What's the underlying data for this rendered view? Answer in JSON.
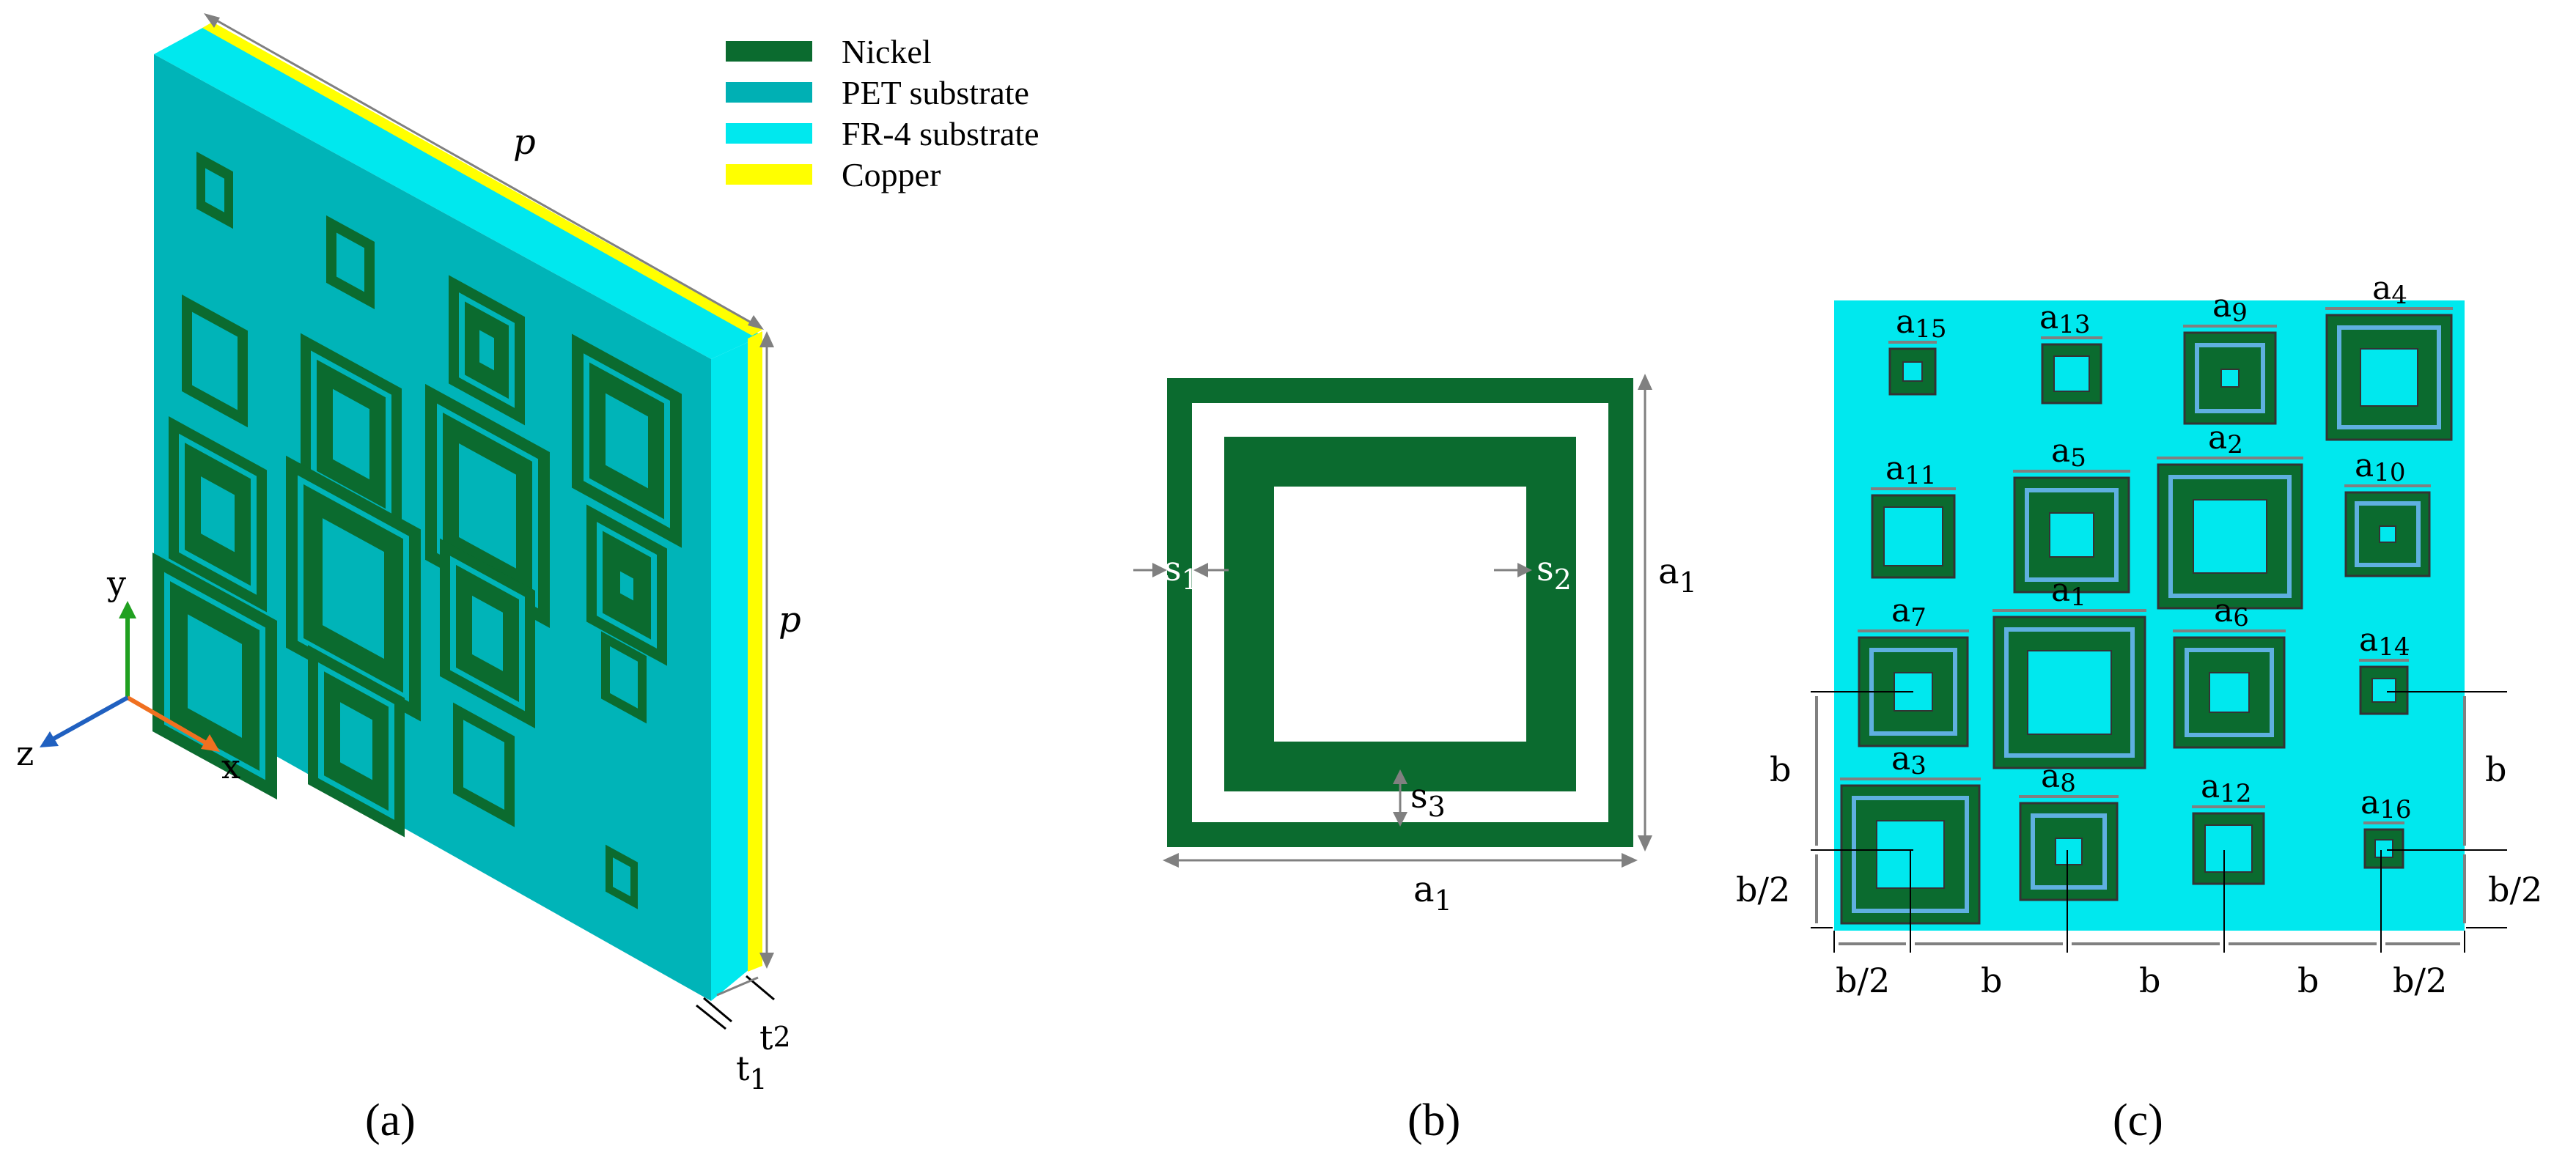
{
  "colors": {
    "nickel": "#0b6b2f",
    "pet": "#00b0b4",
    "fr4": "#00e8ee",
    "copper": "#ffff00",
    "dim_line": "#808080",
    "axis_x": "#f07020",
    "axis_y": "#20a020",
    "axis_z": "#2060c0"
  },
  "legend": {
    "items": [
      {
        "label": "Nickel",
        "color": "#0b6b2f"
      },
      {
        "label": "PET substrate",
        "color": "#00b0b4"
      },
      {
        "label": "FR-4 substrate",
        "color": "#00e8ee"
      },
      {
        "label": "Copper",
        "color": "#ffff00"
      }
    ]
  },
  "panel_a": {
    "caption": "(a)",
    "label_p_top": "p",
    "label_p_side": "p",
    "axis_x": "x",
    "axis_y": "y",
    "axis_z": "z",
    "t1": "t",
    "t1_sub": "1",
    "t2": "t",
    "t2_sub": "2"
  },
  "panel_b": {
    "caption": "(b)",
    "s1": "s",
    "s1_sub": "1",
    "s2": "s",
    "s2_sub": "2",
    "s3": "s",
    "s3_sub": "3",
    "a1_side": "a",
    "a1_side_sub": "1",
    "a1_bottom": "a",
    "a1_bottom_sub": "1"
  },
  "panel_c": {
    "caption": "(c)",
    "cells": [
      {
        "name": "a",
        "sub": "15"
      },
      {
        "name": "a",
        "sub": "13"
      },
      {
        "name": "a",
        "sub": "9"
      },
      {
        "name": "a",
        "sub": "4"
      },
      {
        "name": "a",
        "sub": "11"
      },
      {
        "name": "a",
        "sub": "5"
      },
      {
        "name": "a",
        "sub": "2"
      },
      {
        "name": "a",
        "sub": "10"
      },
      {
        "name": "a",
        "sub": "7"
      },
      {
        "name": "a",
        "sub": "1"
      },
      {
        "name": "a",
        "sub": "6"
      },
      {
        "name": "a",
        "sub": "14"
      },
      {
        "name": "a",
        "sub": "3"
      },
      {
        "name": "a",
        "sub": "8"
      },
      {
        "name": "a",
        "sub": "12"
      },
      {
        "name": "a",
        "sub": "16"
      }
    ],
    "dim_b": "b",
    "dim_b_half": "b/2"
  }
}
